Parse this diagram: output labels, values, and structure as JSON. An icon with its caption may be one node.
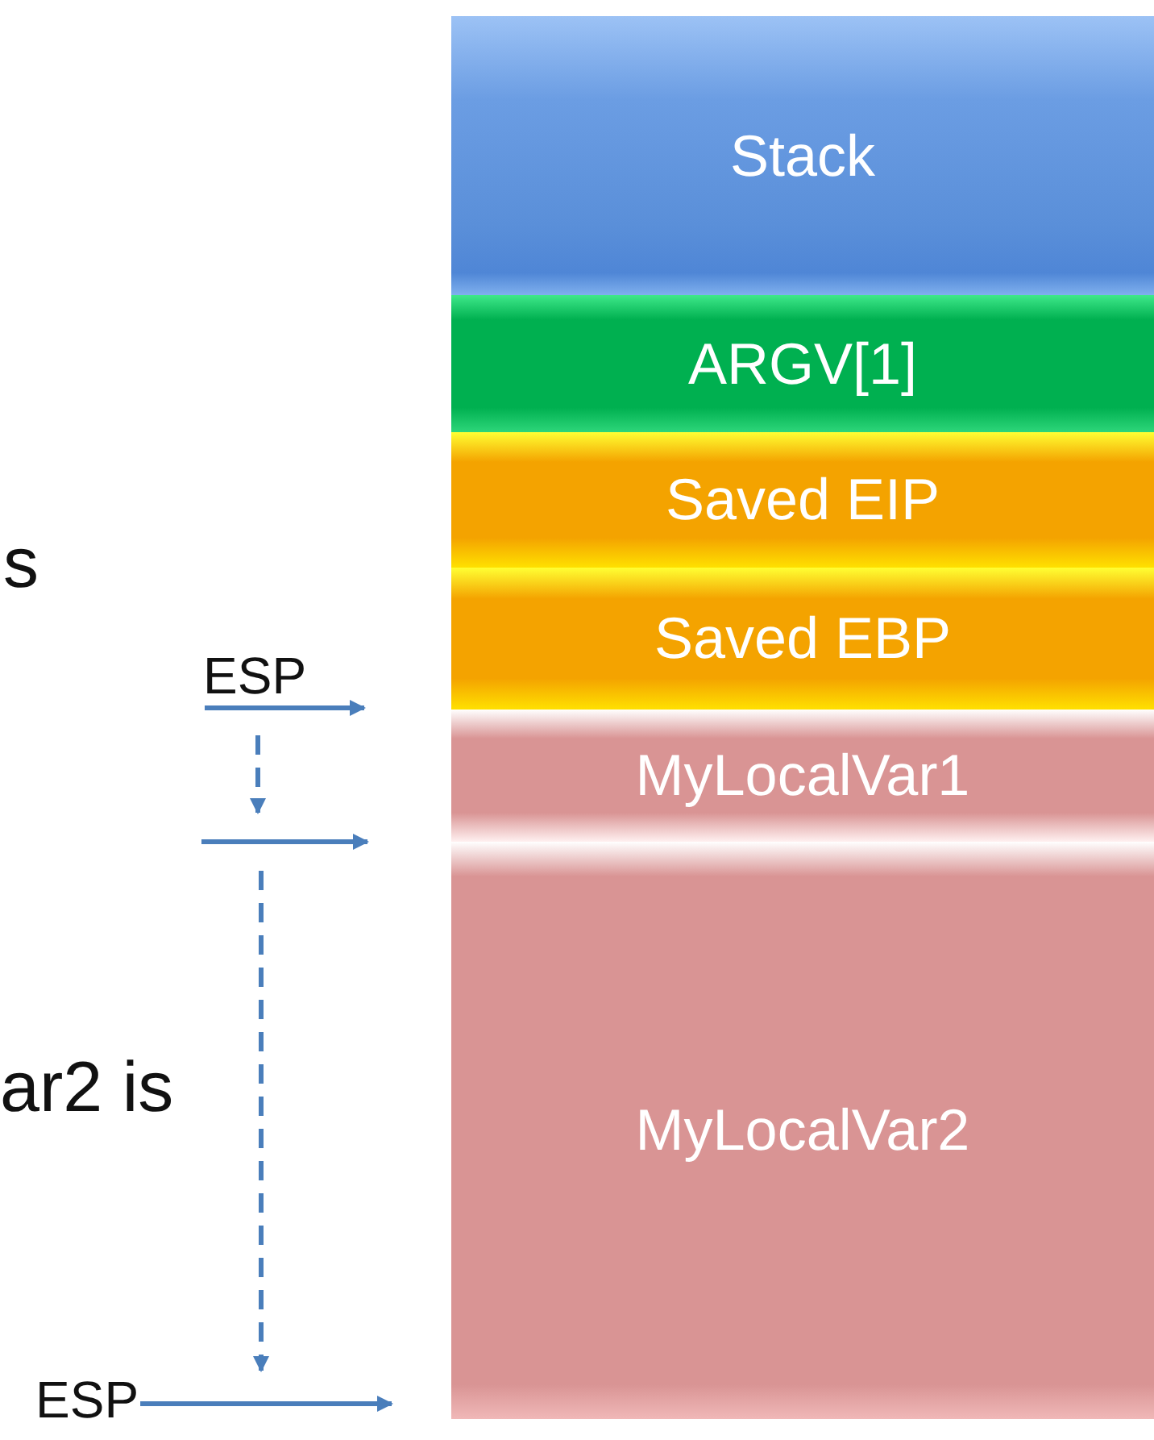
{
  "diagram": {
    "nodes": [
      {
        "text": [
          "Stack"
        ]
      },
      {
        "text": [
          "ARGV[1]"
        ]
      },
      {
        "text": [
          "Saved EIP"
        ]
      },
      {
        "text": [
          "Saved EBP"
        ]
      },
      {
        "text": [
          "MyLocalVar1"
        ]
      },
      {
        "text": [
          "MyLocalVar2"
        ]
      },
      {
        "text": [
          "ESP"
        ]
      },
      {
        "text": [
          "ESP"
        ]
      }
    ],
    "edges": [
      {
        "from": 6,
        "to": null,
        "arrow": "to"
      },
      {
        "from": 7,
        "to": null,
        "arrow": "to"
      }
    ],
    "labels": [
      "s",
      "ar2 is"
    ]
  }
}
